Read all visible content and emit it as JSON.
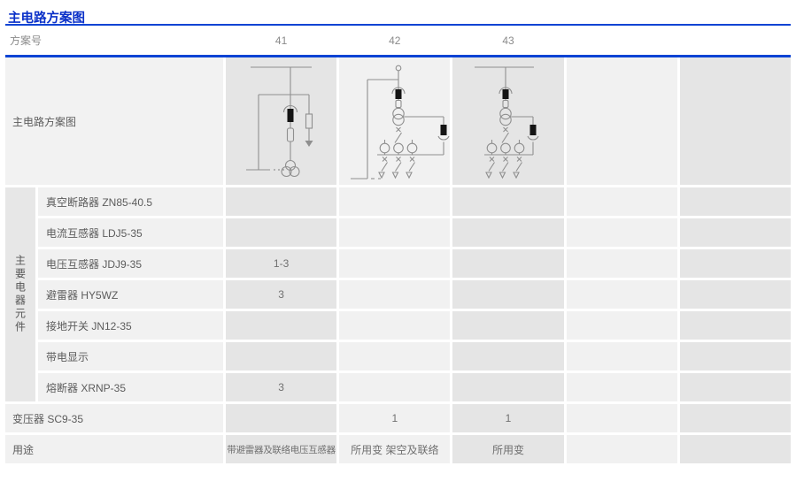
{
  "title": "主电路方案图",
  "header": {
    "label": "方案号",
    "schemes": [
      "41",
      "42",
      "43",
      "",
      ""
    ]
  },
  "diagram_row": {
    "label": "主电路方案图",
    "diagrams": [
      "scheme-41-single-line",
      "scheme-42-single-line",
      "scheme-43-single-line",
      "",
      ""
    ]
  },
  "components": {
    "group_label": "主要电器元件",
    "rows": [
      {
        "label": "真空断路器 ZN85-40.5",
        "values": [
          "",
          "",
          "",
          "",
          ""
        ]
      },
      {
        "label": "电流互感器 LDJ5-35",
        "values": [
          "",
          "",
          "",
          "",
          ""
        ]
      },
      {
        "label": "电压互感器 JDJ9-35",
        "values": [
          "1-3",
          "",
          "",
          "",
          ""
        ]
      },
      {
        "label": "避雷器 HY5WZ",
        "values": [
          "3",
          "",
          "",
          "",
          ""
        ]
      },
      {
        "label": "接地开关 JN12-35",
        "values": [
          "",
          "",
          "",
          "",
          ""
        ]
      },
      {
        "label": "带电显示",
        "values": [
          "",
          "",
          "",
          "",
          ""
        ]
      },
      {
        "label": "熔断器 XRNP-35",
        "values": [
          "3",
          "",
          "",
          "",
          ""
        ]
      }
    ]
  },
  "bottom_rows": [
    {
      "label": "变压器 SC9-35",
      "values": [
        "",
        "1",
        "1",
        "",
        ""
      ]
    },
    {
      "label": "用途",
      "values": [
        "带避雷器及联络电压互感器",
        "所用变 架空及联络",
        "所用变",
        "",
        ""
      ]
    }
  ],
  "colors": {
    "title_blue": "#0a30c8",
    "accent_blue": "#0a43d4",
    "cell_dark": "#e5e5e5",
    "cell_light": "#f1f1f1",
    "diagram_stroke": "#8f8f8f"
  }
}
